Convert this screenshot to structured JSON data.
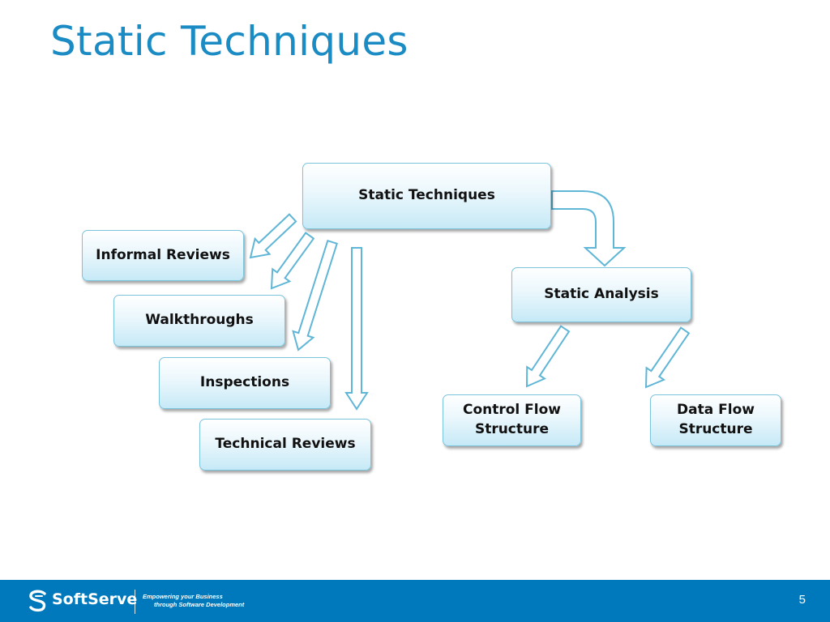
{
  "slide": {
    "title": "Static Techniques",
    "page_number": "5"
  },
  "diagram": {
    "root": "Static Techniques",
    "review_items": [
      "Informal Reviews",
      "Walkthroughs",
      "Inspections",
      "Technical Reviews"
    ],
    "static_analysis": "Static Analysis",
    "analysis_items": [
      "Control Flow Structure",
      "Data Flow Structure"
    ]
  },
  "footer": {
    "brand": "SoftServe",
    "tagline_line1": "Empowering your Business",
    "tagline_line2": "through Software Development"
  },
  "colors": {
    "accent": "#1b8bc4",
    "footer_bg": "#0079bc",
    "box_border": "#7cc3dc",
    "arrow_fill": "#ffffff",
    "arrow_stroke": "#5fb6d6"
  }
}
